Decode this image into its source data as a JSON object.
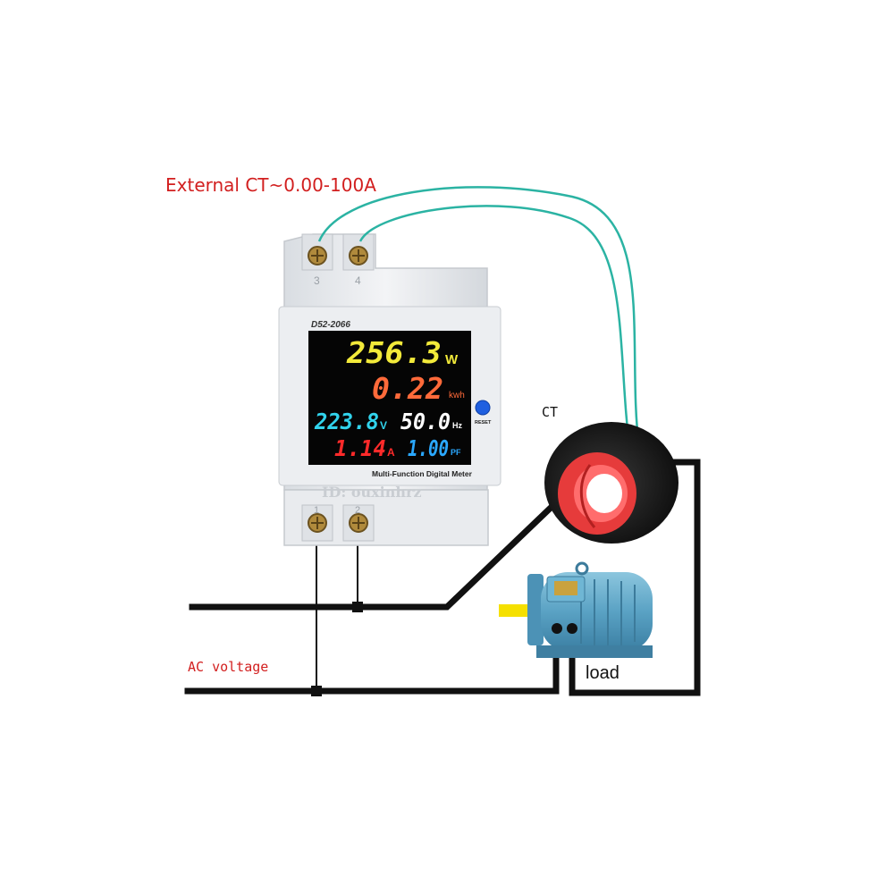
{
  "labels": {
    "external_ct": "External CT~0.00-100A",
    "ac_voltage": "AC voltage",
    "ct": "CT",
    "load": "load"
  },
  "meter": {
    "model": "D52-2066",
    "title": "Multi-Function Digital Meter",
    "reset_label": "RESET",
    "terminals_top": [
      "3",
      "4"
    ],
    "terminals_bottom": [
      "1",
      "2"
    ],
    "watermark": "ID: ouxinhrz",
    "readings": {
      "power": {
        "value": "256.3",
        "unit": "W"
      },
      "energy": {
        "value": "0.22",
        "unit": "kwh"
      },
      "voltage": {
        "value": "223.8",
        "unit": "V"
      },
      "frequency": {
        "value": "50.0",
        "unit": "Hz"
      },
      "current": {
        "value": "1.14",
        "unit": "A"
      },
      "power_factor": {
        "value": "1.00",
        "unit": "PF"
      }
    }
  },
  "colors": {
    "label_red": "#d21f1f",
    "power": "#f2ea3a",
    "energy": "#ff6a3a",
    "voltage": "#31d3ec",
    "frequency": "#ffffff",
    "current": "#ff2a2a",
    "power_factor": "#2aa8ff",
    "ct_wire": "#2bb3a3",
    "motor": "#5fa8c8"
  }
}
